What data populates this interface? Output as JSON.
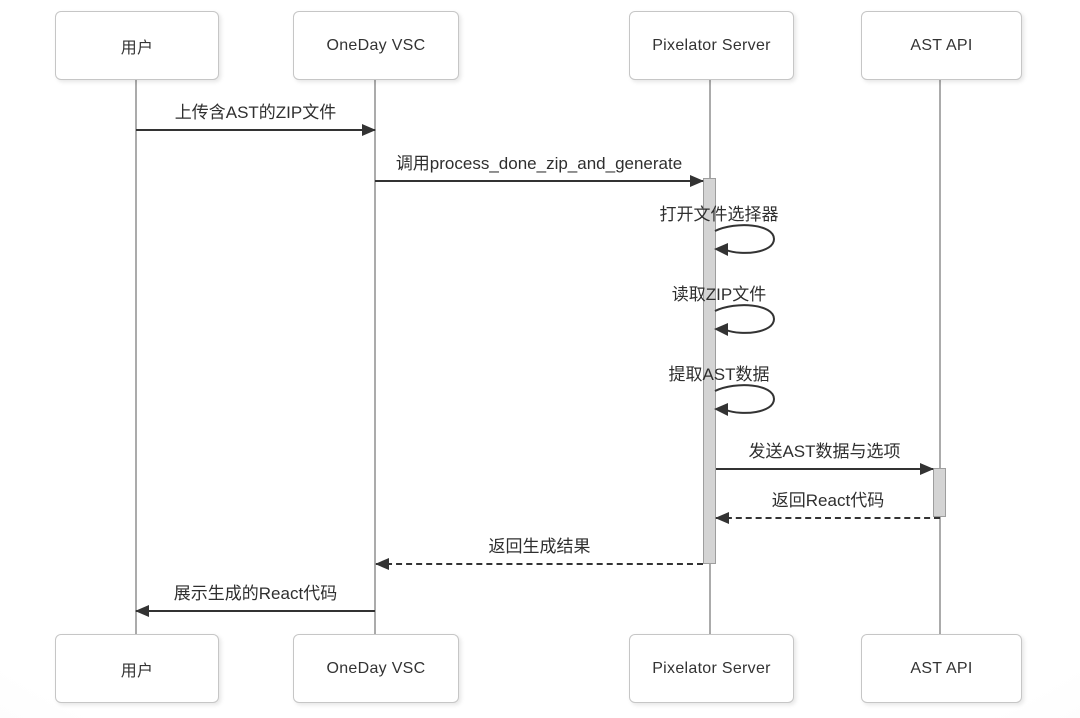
{
  "diagram": {
    "type": "sequence",
    "participants": [
      {
        "name": "用户"
      },
      {
        "name": "OneDay VSC"
      },
      {
        "name": "Pixelator Server"
      },
      {
        "name": "AST API"
      }
    ],
    "messages": [
      {
        "label": "上传含AST的ZIP文件",
        "from": "用户",
        "to": "OneDay VSC",
        "style": "solid"
      },
      {
        "label": "调用process_done_zip_and_generate",
        "from": "OneDay VSC",
        "to": "Pixelator Server",
        "style": "solid"
      },
      {
        "label": "打开文件选择器",
        "from": "Pixelator Server",
        "to": "Pixelator Server",
        "style": "self"
      },
      {
        "label": "读取ZIP文件",
        "from": "Pixelator Server",
        "to": "Pixelator Server",
        "style": "self"
      },
      {
        "label": "提取AST数据",
        "from": "Pixelator Server",
        "to": "Pixelator Server",
        "style": "self"
      },
      {
        "label": "发送AST数据与选项",
        "from": "Pixelator Server",
        "to": "AST API",
        "style": "solid"
      },
      {
        "label": "返回React代码",
        "from": "AST API",
        "to": "Pixelator Server",
        "style": "dashed"
      },
      {
        "label": "返回生成结果",
        "from": "Pixelator Server",
        "to": "OneDay VSC",
        "style": "dashed"
      },
      {
        "label": "展示生成的React代码",
        "from": "OneDay VSC",
        "to": "用户",
        "style": "solid"
      }
    ],
    "colors": {
      "message_line": "#333333",
      "text": "#2f2f2f",
      "lifeline": "#ababab",
      "activation_fill": "#d4d4d4",
      "activation_border": "#9e9e9e",
      "box_fill": "#ffffff",
      "box_border": "#c6c6c6",
      "background": "#f2f2f2"
    }
  }
}
